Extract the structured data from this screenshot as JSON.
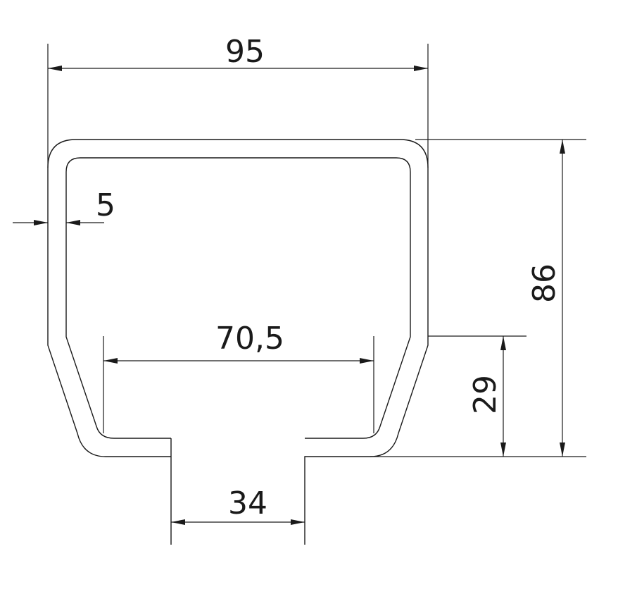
{
  "drawing": {
    "title": "Rail profile cross-section",
    "dimensions": {
      "overall_width": "95",
      "wall_thickness": "5",
      "inner_width": "70,5",
      "slot_width": "34",
      "overall_height": "86",
      "lower_height": "29"
    },
    "line_color": "#1a1a1a"
  }
}
